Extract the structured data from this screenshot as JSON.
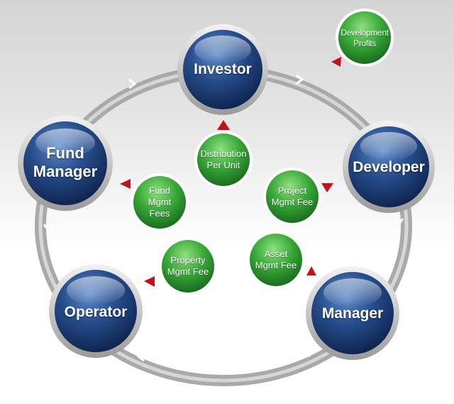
{
  "colors": {
    "node_blue_light": "#4f79b8",
    "node_blue_dark": "#0f2a55",
    "node_ring": "#c9c9c9",
    "fee_green_light": "#7fd170",
    "fee_green_dark": "#1b7a1d",
    "arrow_red": "#c4121a",
    "cycle_ring": "#ababab"
  },
  "nodes": {
    "investor": "Investor",
    "fund_manager": "Fund Manager",
    "developer": "Developer",
    "operator": "Operator",
    "manager": "Manager"
  },
  "fees": {
    "development_profits": "Development Profits",
    "distribution_per_unit": "Distribution Per Unit",
    "fund_mgmt_fees": "Fund Mgmt Fees",
    "project_mgmt_fee": "Project Mgmt Fee",
    "property_mgmt_fee": "Property Mgmt Fee",
    "asset_mgmt_fee": "Asset Mgmt Fee"
  }
}
